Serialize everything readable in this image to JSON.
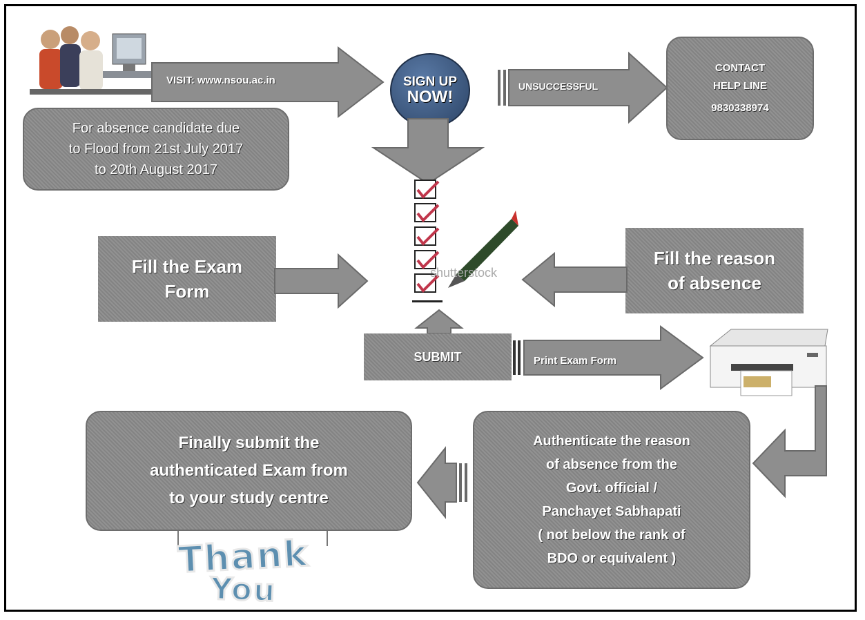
{
  "flow": {
    "visit_label": "VISIT: www.nsou.ac.in",
    "signup_line1": "SIGN UP",
    "signup_line2": "NOW!",
    "unsuccessful_label": "UNSUCCESSFUL",
    "contact_line1": "CONTACT",
    "contact_line2": "HELP LINE",
    "contact_phone": "9830338974",
    "absence_note": "For absence candidate due\nto Flood from 21st July 2017\nto 20th August 2017",
    "fill_exam_form": "Fill the Exam\nForm",
    "fill_reason": "Fill the reason\nof absence",
    "checklist_watermark": "shutterstock",
    "submit_label": "SUBMIT",
    "print_label": "Print Exam Form",
    "authenticate_text": "Authenticate the reason\nof absence from the\nGovt. official /\nPanchayet Sabhapati\n( not below the rank of\nBDO or equivalent )",
    "final_submit_text": "Finally submit the\nauthenticated Exam from\nto your study centre",
    "thank_line1": "Thank",
    "thank_line2": "You"
  },
  "colors": {
    "box_gray": "#8a8a8a",
    "arrow_gray": "#8e8e8e",
    "signup_blue": "#3b5478",
    "thank_teal": "#5d8fb0"
  }
}
